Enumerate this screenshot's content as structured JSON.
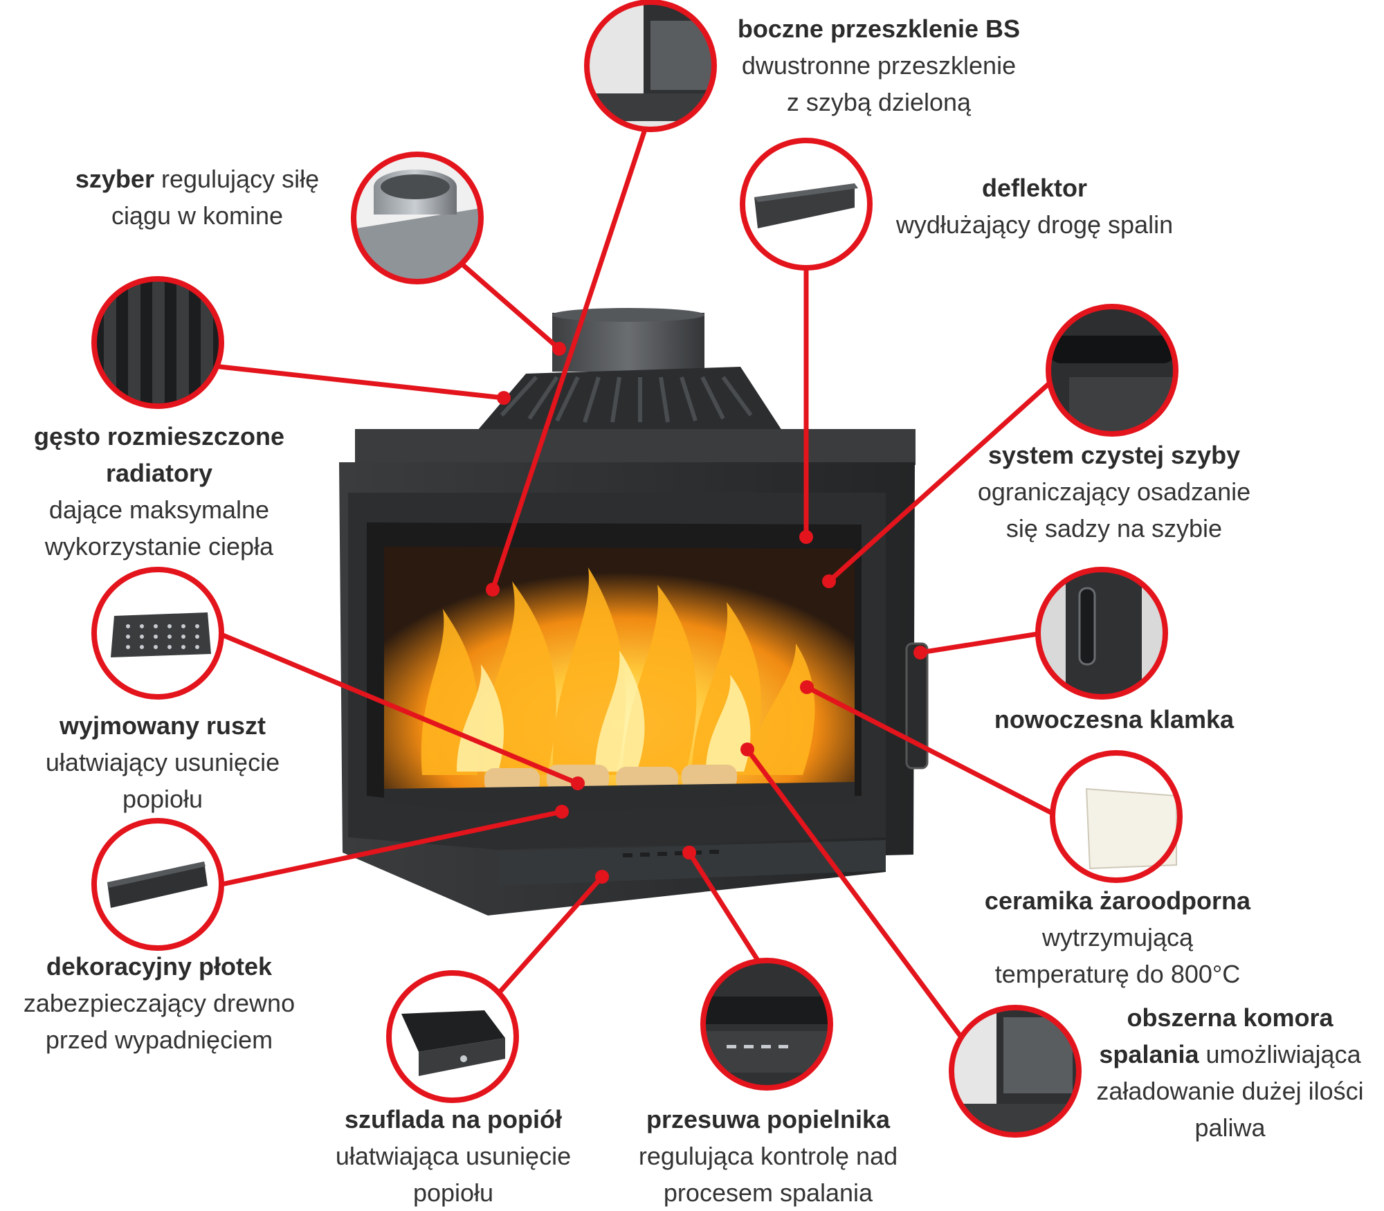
{
  "colors": {
    "accent_red": "#e3141c",
    "body_dark": "#2f3133",
    "flame_orange": "#f5a623",
    "text": "#333333"
  },
  "annotations": {
    "boczne": {
      "title": "boczne przeszklenie BS",
      "lines": [
        "dwustronne przeszklenie",
        "z szybą dzieloną"
      ]
    },
    "szyber": {
      "title": "szyber",
      "lines": [
        "regulujący siłę",
        "ciągu w komine"
      ]
    },
    "deflektor": {
      "title": "deflektor",
      "lines": [
        "wydłużający drogę spalin"
      ]
    },
    "radiatory": {
      "title_lines": [
        "gęsto rozmieszczone",
        "radiatory"
      ],
      "lines": [
        "dające maksymalne",
        "wykorzystanie ciepła"
      ]
    },
    "system": {
      "title": "system czystej szyby",
      "lines": [
        "ograniczający osadzanie",
        "się sadzy na szybie"
      ]
    },
    "ruszt": {
      "title": "wyjmowany ruszt",
      "lines": [
        "ułatwiający usunięcie",
        "popiołu"
      ]
    },
    "klamka": {
      "title": "nowoczesna klamka"
    },
    "ceramika": {
      "title": "ceramika żaroodporna",
      "lines": [
        "wytrzymującą",
        "temperaturę do 800°C"
      ]
    },
    "plotek": {
      "title": "dekoracyjny płotek",
      "lines": [
        "zabezpieczający drewno",
        "przed wypadnięciem"
      ]
    },
    "komora": {
      "title_lines": [
        "obszerna komora",
        "spalania"
      ],
      "lines": [
        "umożliwiająca",
        "załadowanie dużej ilości",
        "paliwa"
      ]
    },
    "szuflada": {
      "title": "szuflada na popiół",
      "lines": [
        "ułatwiająca usunięcie",
        "popiołu"
      ]
    },
    "przesuwa": {
      "title": "przesuwa popielnika",
      "lines": [
        "regulująca kontrolę nad",
        "procesem spalania"
      ]
    }
  }
}
